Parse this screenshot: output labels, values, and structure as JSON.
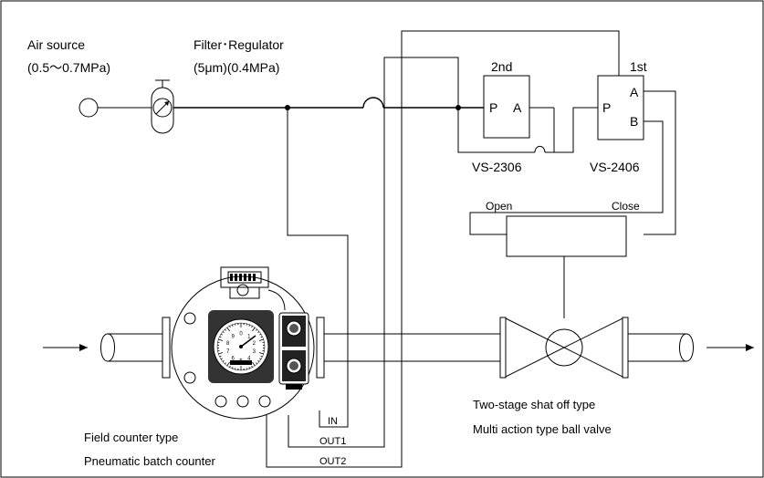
{
  "labels": {
    "air_source": "Air source",
    "air_pressure": "(0.5～0.7MPa)",
    "filter_regulator": "Filter･Regulator",
    "filter_spec": "(5μm)(0.4MPa)",
    "stage_2nd": "2nd",
    "stage_1st": "1st",
    "port_p_2nd": "P",
    "port_a_2nd": "A",
    "port_p_1st": "P",
    "port_a_1st": "A",
    "port_b_1st": "B",
    "valve_2nd_model": "VS-2306",
    "valve_1st_model": "VS-2406",
    "actuator_open": "Open",
    "actuator_close": "Close",
    "signal_in": "IN",
    "signal_out1": "OUT1",
    "signal_out2": "OUT2",
    "counter_caption_1": "Field counter type",
    "counter_caption_2": "Pneumatic batch counter",
    "valve_caption_1": "Two-stage shat off type",
    "valve_caption_2": "Multi action type ball valve"
  },
  "dial_numbers": [
    "0",
    "1",
    "2",
    "3",
    "4",
    "5",
    "6",
    "7",
    "8",
    "9"
  ]
}
